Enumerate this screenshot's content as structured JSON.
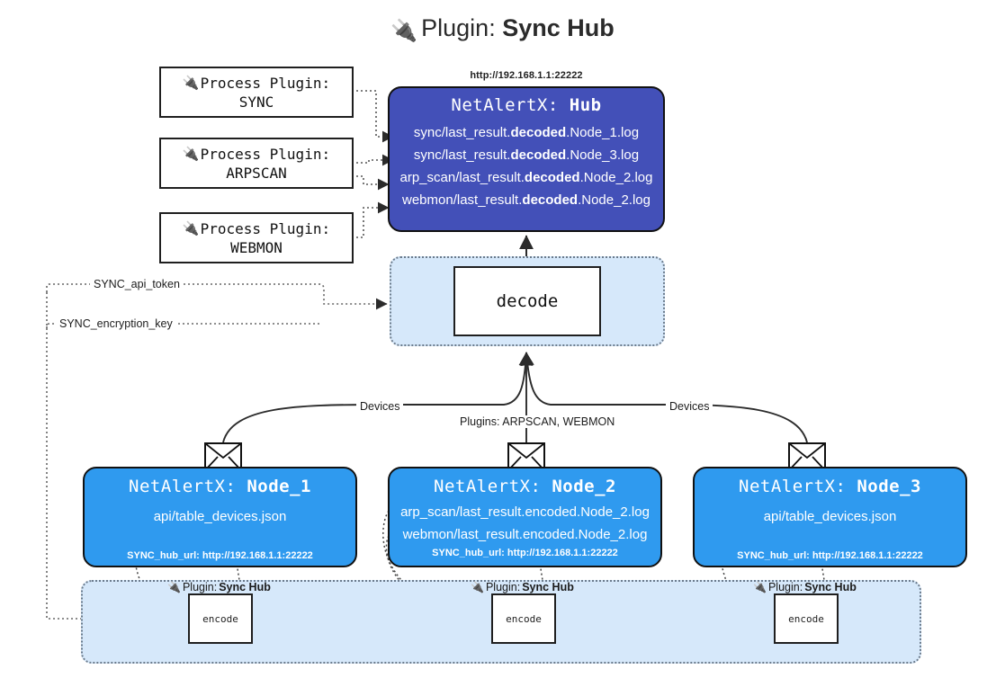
{
  "title": {
    "icon": "plug-icon",
    "prefix": "Plugin:",
    "name": "Sync Hub"
  },
  "process_plugins": [
    {
      "icon": "plug-icon",
      "label": "Process Plugin:",
      "name": "SYNC"
    },
    {
      "icon": "plug-icon",
      "label": "Process Plugin:",
      "name": "ARPSCAN"
    },
    {
      "icon": "plug-icon",
      "label": "Process Plugin:",
      "name": "WEBMON"
    }
  ],
  "hub": {
    "url": "http://192.168.1.1:22222",
    "title_prefix": "NetAlertX:",
    "title_name": "Hub",
    "logs": [
      {
        "pre": "sync/last_result.",
        "em": "decoded",
        "post": ".Node_1.log"
      },
      {
        "pre": "sync/last_result.",
        "em": "decoded",
        "post": ".Node_3.log"
      },
      {
        "pre": "arp_scan/last_result.",
        "em": "decoded",
        "post": ".Node_2.log"
      },
      {
        "pre": "webmon/last_result.",
        "em": "decoded",
        "post": ".Node_2.log"
      }
    ]
  },
  "decode": {
    "label": "decode"
  },
  "settings": {
    "api_token": "SYNC_api_token",
    "encryption_key": "SYNC_encryption_key"
  },
  "edge_labels": {
    "devices_left": "Devices",
    "devices_right": "Devices",
    "plugins_center": "Plugins: ARPSCAN, WEBMON"
  },
  "nodes": [
    {
      "title_prefix": "NetAlertX:",
      "title_name": "Node_1",
      "lines": [
        "api/table_devices.json"
      ],
      "hub_url_label": "SYNC_hub_url: http://192.168.1.1:22222",
      "envelope_icon": "envelope-icon"
    },
    {
      "title_prefix": "NetAlertX:",
      "title_name": "Node_2",
      "lines": [
        "arp_scan/last_result.encoded.Node_2.log",
        "webmon/last_result.encoded.Node_2.log"
      ],
      "hub_url_label": "SYNC_hub_url: http://192.168.1.1:22222",
      "envelope_icon": "envelope-icon"
    },
    {
      "title_prefix": "NetAlertX:",
      "title_name": "Node_3",
      "lines": [
        "api/table_devices.json"
      ],
      "hub_url_label": "SYNC_hub_url: http://192.168.1.1:22222",
      "envelope_icon": "envelope-icon"
    }
  ],
  "encoders": [
    {
      "icon": "plug-icon",
      "caption_prefix": "Plugin:",
      "caption_name": "Sync Hub",
      "label": "encode"
    },
    {
      "icon": "plug-icon",
      "caption_prefix": "Plugin:",
      "caption_name": "Sync Hub",
      "label": "encode"
    },
    {
      "icon": "plug-icon",
      "caption_prefix": "Plugin:",
      "caption_name": "Sync Hub",
      "label": "encode"
    }
  ],
  "colors": {
    "hub_fill": "#4350b8",
    "node_fill": "#2f9aef",
    "group_fill": "#d6e8fa",
    "stroke": "#111111"
  }
}
